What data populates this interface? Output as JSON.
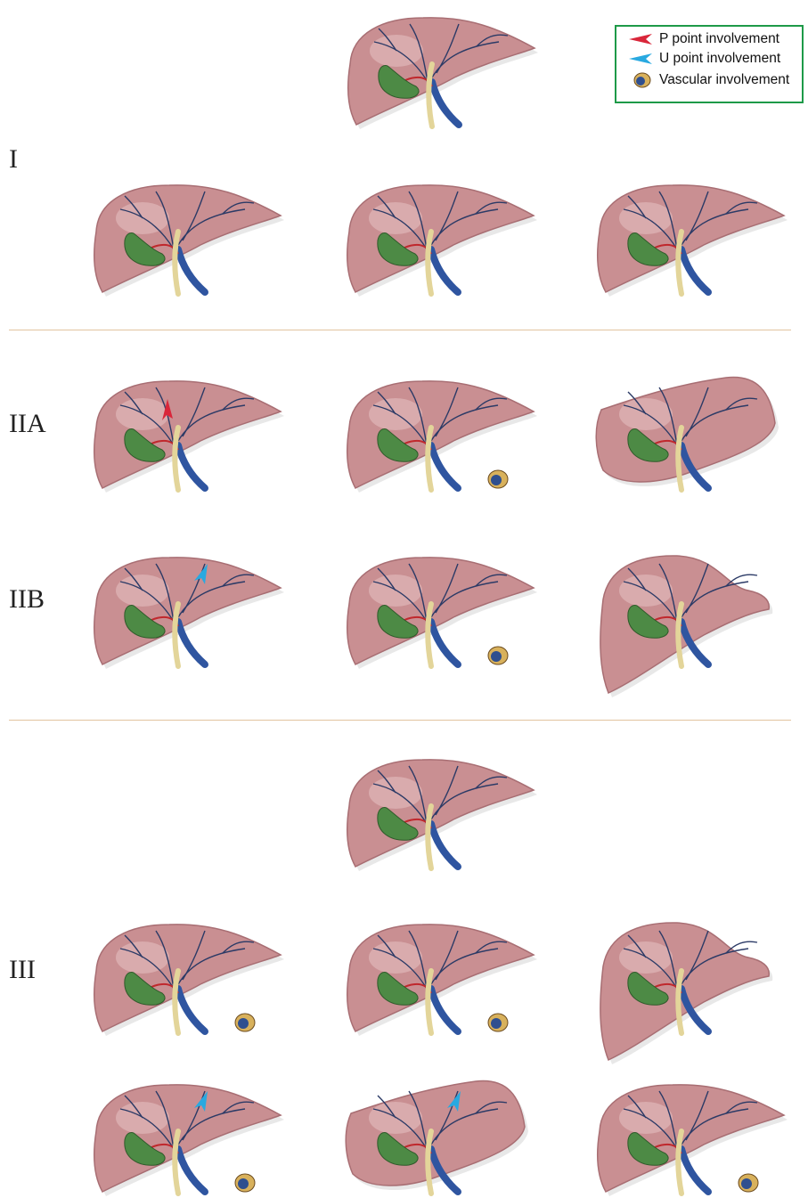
{
  "groups": [
    {
      "id": "I",
      "label": "I"
    },
    {
      "id": "IIA",
      "label": "IIA"
    },
    {
      "id": "IIB",
      "label": "IIB"
    },
    {
      "id": "III",
      "label": "III"
    }
  ],
  "legend": {
    "items": [
      {
        "key": "p",
        "label": "P point involvement",
        "color": "#d9263a"
      },
      {
        "key": "u",
        "label": "U point involvement",
        "color": "#29a9e0"
      },
      {
        "key": "v",
        "label": "Vascular involvement",
        "color": "#2f4f8f"
      }
    ],
    "border_color": "#1e9a48"
  },
  "colors": {
    "liver": "#c98f92",
    "liver_dark": "#a86e73",
    "liver_light": "#e6c3c3",
    "gallbladder": "#4d8a45",
    "bile_duct": "#e3d59a",
    "portal_vein": "#2f55a0",
    "artery": "#c0282d",
    "vessels": "#2b3a66"
  },
  "diagrams": [
    {
      "group": "I",
      "variant": "normal",
      "p_marker": false,
      "u_marker": false,
      "vascular": false
    },
    {
      "group": "I",
      "variant": "normal",
      "p_marker": false,
      "u_marker": false,
      "vascular": false
    },
    {
      "group": "I",
      "variant": "normal",
      "p_marker": false,
      "u_marker": false,
      "vascular": false
    },
    {
      "group": "I",
      "variant": "normal",
      "p_marker": false,
      "u_marker": false,
      "vascular": false
    },
    {
      "group": "IIA",
      "variant": "normal",
      "p_marker": true,
      "u_marker": false,
      "vascular": false
    },
    {
      "group": "IIA",
      "variant": "normal",
      "p_marker": false,
      "u_marker": false,
      "vascular": true
    },
    {
      "group": "IIA",
      "variant": "resected-right",
      "p_marker": false,
      "u_marker": false,
      "vascular": false
    },
    {
      "group": "IIB",
      "variant": "normal",
      "p_marker": false,
      "u_marker": true,
      "vascular": false
    },
    {
      "group": "IIB",
      "variant": "normal",
      "p_marker": false,
      "u_marker": false,
      "vascular": true
    },
    {
      "group": "IIB",
      "variant": "resected-left",
      "p_marker": false,
      "u_marker": false,
      "vascular": false
    },
    {
      "group": "III",
      "variant": "normal",
      "p_marker": false,
      "u_marker": false,
      "vascular": false
    },
    {
      "group": "III",
      "variant": "normal",
      "p_marker": false,
      "u_marker": false,
      "vascular": true
    },
    {
      "group": "III",
      "variant": "normal",
      "p_marker": false,
      "u_marker": false,
      "vascular": true
    },
    {
      "group": "III",
      "variant": "resected-left",
      "p_marker": false,
      "u_marker": false,
      "vascular": false
    },
    {
      "group": "III",
      "variant": "normal",
      "p_marker": false,
      "u_marker": true,
      "vascular": true
    },
    {
      "group": "III",
      "variant": "resected-right",
      "p_marker": false,
      "u_marker": true,
      "vascular": false
    },
    {
      "group": "III",
      "variant": "normal",
      "p_marker": false,
      "u_marker": false,
      "vascular": true
    }
  ]
}
